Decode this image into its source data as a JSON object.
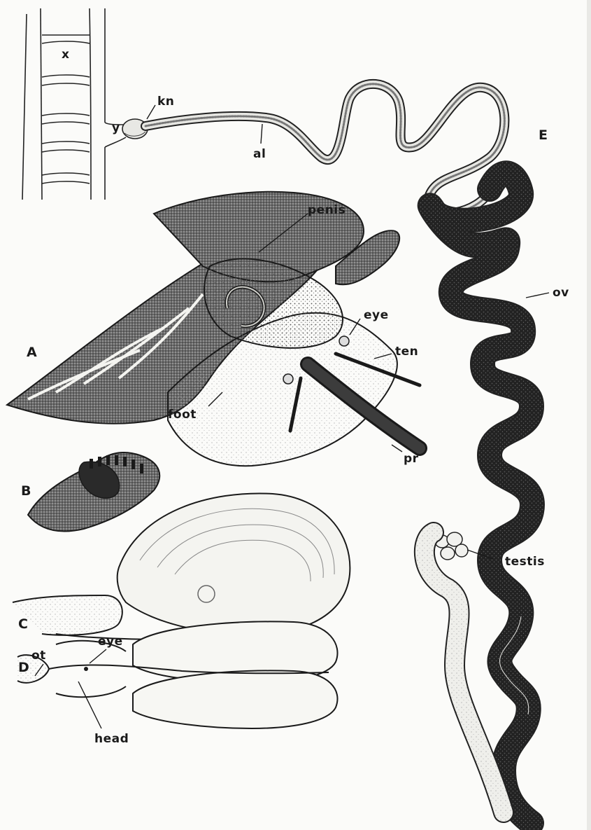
{
  "figure": {
    "panels": [
      "A",
      "B",
      "C",
      "D",
      "E"
    ],
    "labels": {
      "x": "x",
      "y": "y",
      "kn": "kn",
      "al": "al",
      "penis": "penis",
      "eye_a": "eye",
      "ten": "ten",
      "foot": "foot",
      "pr": "pr",
      "ov": "ov",
      "testis": "testis",
      "ot": "ot",
      "eye_d": "eye",
      "head": "head"
    }
  }
}
